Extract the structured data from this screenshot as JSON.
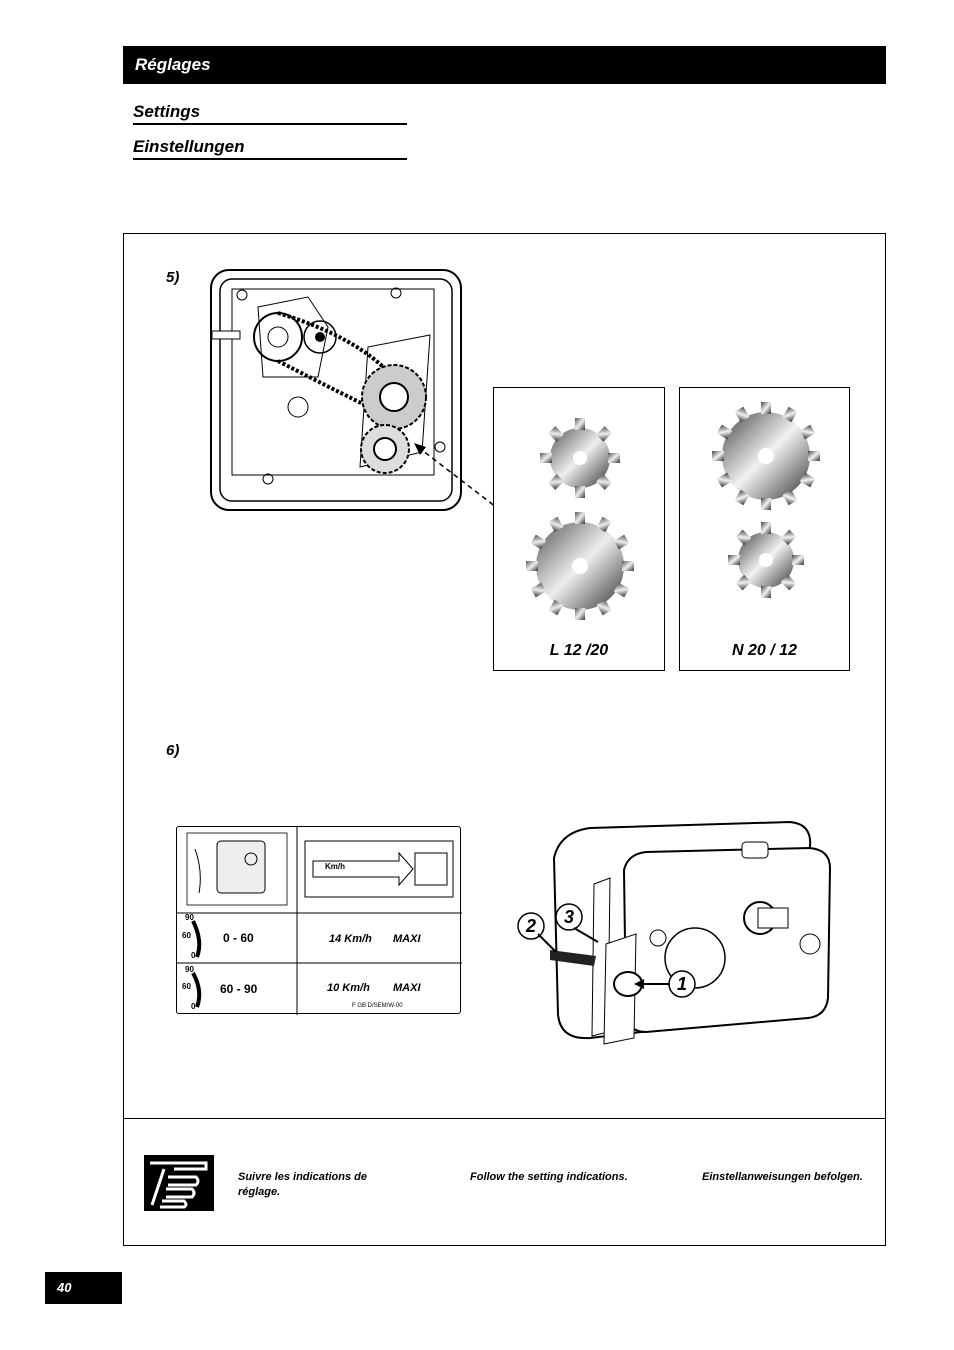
{
  "header": {
    "title": "Réglages"
  },
  "subtitles": {
    "en": "Settings",
    "de": "Einstellungen"
  },
  "steps": {
    "five": "5)",
    "six": "6)"
  },
  "gears": [
    {
      "label": "L 12 /20"
    },
    {
      "label": "N 20 / 12"
    }
  ],
  "speed_table": {
    "header_unit": "Km/h",
    "rows": [
      {
        "scale_top": "90",
        "scale_mid": "60",
        "scale_bot": "0",
        "range": "0 - 60",
        "speed": "14 Km/h",
        "limit": "MAXI"
      },
      {
        "scale_top": "90",
        "scale_mid": "60",
        "scale_bot": "0",
        "range": "60 - 90",
        "speed": "10 Km/h",
        "limit": "MAXI"
      }
    ],
    "footnote": "F GB D/SEM/W-00"
  },
  "callouts": [
    "2",
    "3",
    "1"
  ],
  "notes": {
    "fr": "Suivre les indications de réglage.",
    "en": "Follow the setting indications.",
    "de": "Einstellanweisungen befolgen."
  },
  "page": {
    "number": "40"
  },
  "icons": {
    "hand": "pointing-hand-icon"
  }
}
